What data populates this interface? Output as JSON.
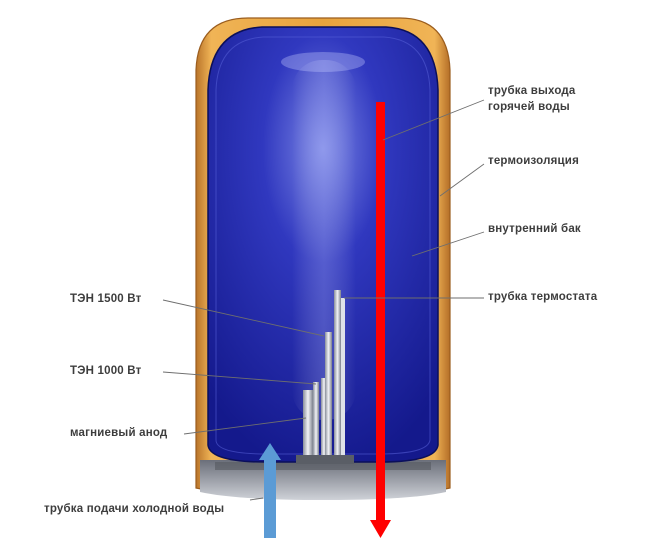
{
  "labels": {
    "hot_water_outlet_line1": "трубка выхода",
    "hot_water_outlet_line2": "горячей воды",
    "insulation": "термоизоляция",
    "inner_tank": "внутренний бак",
    "thermostat_tube": "трубка термостата",
    "heater_1500": "ТЭН 1500 Вт",
    "heater_1000": "ТЭН 1000 Вт",
    "magnesium_anode": "магниевый анод",
    "cold_water_inlet": "трубка подачи холодной воды"
  },
  "colors": {
    "insulation_body": "#e8a33d",
    "tank_water": "#1c22a8",
    "hot_arrow": "#ff0000",
    "cold_arrow": "#5b9bd5",
    "leader_line": "#6e6e6e",
    "label_text": "#3d3d3d"
  }
}
